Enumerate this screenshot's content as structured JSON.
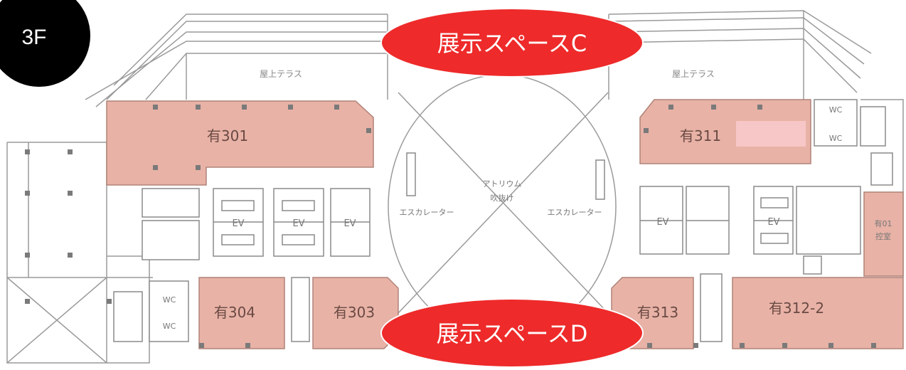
{
  "floor": {
    "label": "3F"
  },
  "callouts": {
    "space_c": "展示スペースC",
    "space_d": "展示スペースD"
  },
  "rooms": {
    "r301": "有301",
    "r311": "有311",
    "r304": "有304",
    "r303": "有303",
    "r313": "有313",
    "r312_2": "有312-2"
  },
  "labels": {
    "terrace_left": "屋上テラス",
    "terrace_right": "屋上テラス",
    "atrium_line1": "アトリウム",
    "atrium_line2": "吹抜け",
    "escalator_left": "エスカレーター",
    "escalator_right": "エスカレーター",
    "ev": "EV",
    "wc": "WC",
    "office_line1": "有01",
    "office_line2": "控室"
  },
  "colors": {
    "room_fill": "#e8b2a6",
    "callout_fill": "#ee2a2a",
    "callout_outline": "#ffffff",
    "floor_badge": "#000000",
    "pink_block": "#f7c6c6"
  }
}
